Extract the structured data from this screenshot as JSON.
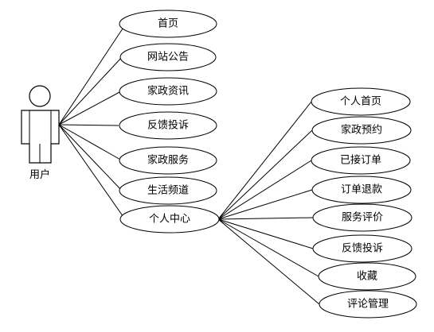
{
  "actor": {
    "name": "用户"
  },
  "use_cases": [
    {
      "id": "home",
      "label": "首页"
    },
    {
      "id": "notice",
      "label": "网站公告"
    },
    {
      "id": "info",
      "label": "家政资讯"
    },
    {
      "id": "complaint",
      "label": "反馈投诉"
    },
    {
      "id": "service",
      "label": "家政服务"
    },
    {
      "id": "life",
      "label": "生活频道"
    },
    {
      "id": "center",
      "label": "个人中心"
    }
  ],
  "sub_use_cases": [
    {
      "id": "my-home",
      "label": "个人首页"
    },
    {
      "id": "booking",
      "label": "家政预约"
    },
    {
      "id": "accepted",
      "label": "已接订单"
    },
    {
      "id": "refund",
      "label": "订单退款"
    },
    {
      "id": "review",
      "label": "服务评价"
    },
    {
      "id": "feedback",
      "label": "反馈投诉"
    },
    {
      "id": "favorite",
      "label": "收藏"
    },
    {
      "id": "comment-admin",
      "label": "评论管理"
    }
  ],
  "colors": {
    "stroke": "#000000",
    "fill": "#ffffff",
    "text": "#000000"
  }
}
